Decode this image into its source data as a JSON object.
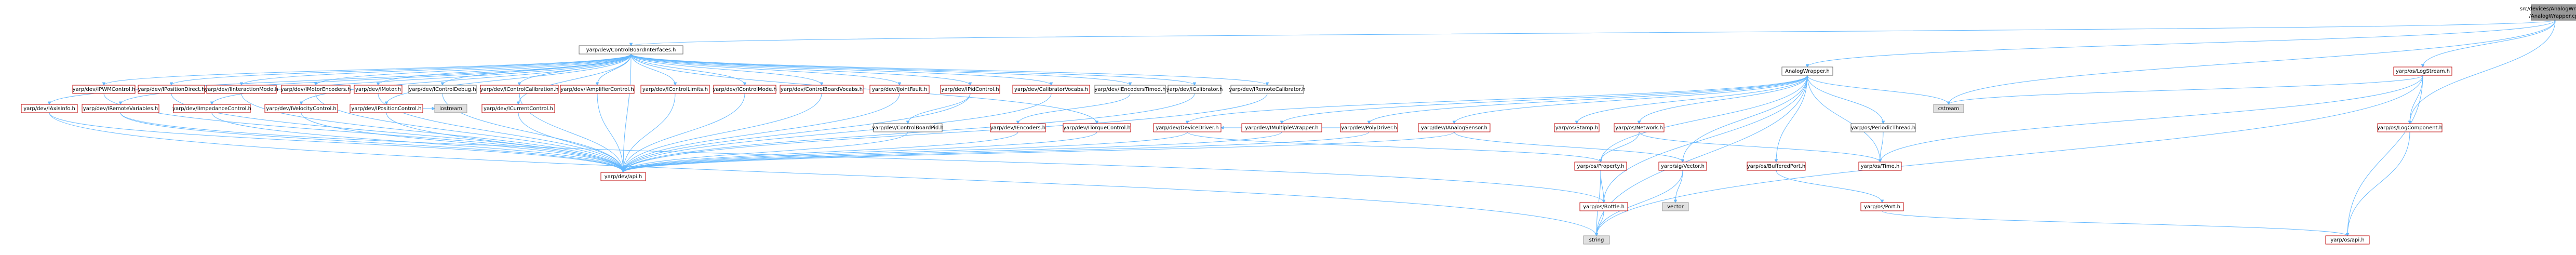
{
  "graph": {
    "colors": {
      "edge": "#63b8ff",
      "node_border_red": "#bf0303",
      "node_border_gray": "#999999",
      "node_fill_root": "#999999",
      "node_fill_external": "#e0e0e0"
    },
    "nodes": [
      {
        "id": "root",
        "label": [
          "src/devices/AnalogWrapper",
          "/AnalogWrapper.cpp"
        ],
        "style": "root"
      },
      {
        "id": "cbi",
        "label": [
          "yarp/dev/ControlBoardInterfaces.h"
        ],
        "style": "black"
      },
      {
        "id": "aw",
        "label": [
          "AnalogWrapper.h"
        ],
        "style": "black"
      },
      {
        "id": "logstream",
        "label": [
          "yarp/os/LogStream.h"
        ],
        "style": "red"
      },
      {
        "id": "axisinfo",
        "label": [
          "yarp/dev/IAxisInfo.h"
        ],
        "style": "red"
      },
      {
        "id": "ipwm",
        "label": [
          "yarp/dev/IPWMControl.h"
        ],
        "style": "red"
      },
      {
        "id": "iposdirect",
        "label": [
          "yarp/dev/IPositionDirect.h"
        ],
        "style": "red"
      },
      {
        "id": "iinteraction",
        "label": [
          "yarp/dev/IInteractionMode.h"
        ],
        "style": "red"
      },
      {
        "id": "imotorenc",
        "label": [
          "yarp/dev/IMotorEncoders.h"
        ],
        "style": "red"
      },
      {
        "id": "imotor",
        "label": [
          "yarp/dev/IMotor.h"
        ],
        "style": "red"
      },
      {
        "id": "icontroldebug",
        "label": [
          "yarp/dev/IControlDebug.h"
        ],
        "style": "black"
      },
      {
        "id": "icontrolcalib",
        "label": [
          "yarp/dev/IControlCalibration.h"
        ],
        "style": "red"
      },
      {
        "id": "iamplifier",
        "label": [
          "yarp/dev/IAmplifierControl.h"
        ],
        "style": "red"
      },
      {
        "id": "icontrollimits",
        "label": [
          "yarp/dev/IControlLimits.h"
        ],
        "style": "red"
      },
      {
        "id": "icontrolmode",
        "label": [
          "yarp/dev/IControlMode.h"
        ],
        "style": "red"
      },
      {
        "id": "cbvocabs",
        "label": [
          "yarp/dev/ControlBoardVocabs.h"
        ],
        "style": "red"
      },
      {
        "id": "ijointfault",
        "label": [
          "yarp/dev/IJointFault.h"
        ],
        "style": "red"
      },
      {
        "id": "ipidcontrol",
        "label": [
          "yarp/dev/IPidControl.h"
        ],
        "style": "red"
      },
      {
        "id": "calibvocabs",
        "label": [
          "yarp/dev/CalibratorVocabs.h"
        ],
        "style": "red"
      },
      {
        "id": "iencoderstimed",
        "label": [
          "yarp/dev/IEncodersTimed.h"
        ],
        "style": "black"
      },
      {
        "id": "icalibrator",
        "label": [
          "yarp/dev/ICalibrator.h"
        ],
        "style": "black"
      },
      {
        "id": "iremotecalib",
        "label": [
          "yarp/dev/IRemoteCalibrator.h"
        ],
        "style": "black"
      },
      {
        "id": "iremotevars",
        "label": [
          "yarp/dev/IRemoteVariables.h"
        ],
        "style": "red"
      },
      {
        "id": "iimpedance",
        "label": [
          "yarp/dev/IImpedanceControl.h"
        ],
        "style": "red"
      },
      {
        "id": "ivelocity",
        "label": [
          "yarp/dev/IVelocityControl.h"
        ],
        "style": "red"
      },
      {
        "id": "iposition",
        "label": [
          "yarp/dev/IPositionControl.h"
        ],
        "style": "red"
      },
      {
        "id": "iostream",
        "label": [
          "iostream"
        ],
        "style": "gray"
      },
      {
        "id": "icurrent",
        "label": [
          "yarp/dev/ICurrentControl.h"
        ],
        "style": "red"
      },
      {
        "id": "cbpid",
        "label": [
          "yarp/dev/ControlBoardPid.h"
        ],
        "style": "black"
      },
      {
        "id": "iencoders",
        "label": [
          "yarp/dev/IEncoders.h"
        ],
        "style": "red"
      },
      {
        "id": "itorque",
        "label": [
          "yarp/dev/ITorqueControl.h"
        ],
        "style": "red"
      },
      {
        "id": "devdriver",
        "label": [
          "yarp/dev/DeviceDriver.h"
        ],
        "style": "red"
      },
      {
        "id": "imultiwrap",
        "label": [
          "yarp/dev/IMultipleWrapper.h"
        ],
        "style": "red"
      },
      {
        "id": "polydriver",
        "label": [
          "yarp/dev/PolyDriver.h"
        ],
        "style": "red"
      },
      {
        "id": "ianalog",
        "label": [
          "yarp/dev/IAnalogSensor.h"
        ],
        "style": "red"
      },
      {
        "id": "stamp",
        "label": [
          "yarp/os/Stamp.h"
        ],
        "style": "red"
      },
      {
        "id": "network",
        "label": [
          "yarp/os/Network.h"
        ],
        "style": "red"
      },
      {
        "id": "periodic",
        "label": [
          "yarp/os/PeriodicThread.h"
        ],
        "style": "black"
      },
      {
        "id": "cstream",
        "label": [
          "cstream"
        ],
        "style": "gray"
      },
      {
        "id": "logcomp",
        "label": [
          "yarp/os/LogComponent.h"
        ],
        "style": "red"
      },
      {
        "id": "api",
        "label": [
          "yarp/dev/api.h"
        ],
        "style": "red"
      },
      {
        "id": "property",
        "label": [
          "yarp/os/Property.h"
        ],
        "style": "red"
      },
      {
        "id": "sigvector",
        "label": [
          "yarp/sig/Vector.h"
        ],
        "style": "red"
      },
      {
        "id": "bufport",
        "label": [
          "yarp/os/BufferedPort.h"
        ],
        "style": "red"
      },
      {
        "id": "ostime",
        "label": [
          "yarp/os/Time.h"
        ],
        "style": "red"
      },
      {
        "id": "vector",
        "label": [
          "vector"
        ],
        "style": "gray"
      },
      {
        "id": "bottle",
        "label": [
          "yarp/os/Bottle.h"
        ],
        "style": "red"
      },
      {
        "id": "osport",
        "label": [
          "yarp/os/Port.h"
        ],
        "style": "red"
      },
      {
        "id": "string",
        "label": [
          "string"
        ],
        "style": "gray"
      },
      {
        "id": "osapi",
        "label": [
          "yarp/os/api.h"
        ],
        "style": "red"
      }
    ],
    "edges": [
      [
        "root",
        "cbi"
      ],
      [
        "root",
        "aw"
      ],
      [
        "root",
        "logstream"
      ],
      [
        "root",
        "logcomp"
      ],
      [
        "root",
        "cstream"
      ],
      [
        "cbi",
        "axisinfo"
      ],
      [
        "cbi",
        "ipwm"
      ],
      [
        "cbi",
        "iposdirect"
      ],
      [
        "cbi",
        "iinteraction"
      ],
      [
        "cbi",
        "imotorenc"
      ],
      [
        "cbi",
        "imotor"
      ],
      [
        "cbi",
        "icontroldebug"
      ],
      [
        "cbi",
        "icontrolcalib"
      ],
      [
        "cbi",
        "iamplifier"
      ],
      [
        "cbi",
        "icontrollimits"
      ],
      [
        "cbi",
        "icontrolmode"
      ],
      [
        "cbi",
        "cbvocabs"
      ],
      [
        "cbi",
        "ijointfault"
      ],
      [
        "cbi",
        "ipidcontrol"
      ],
      [
        "cbi",
        "calibvocabs"
      ],
      [
        "cbi",
        "iencoderstimed"
      ],
      [
        "cbi",
        "icalibrator"
      ],
      [
        "cbi",
        "iremotecalib"
      ],
      [
        "cbi",
        "iremotevars"
      ],
      [
        "cbi",
        "iimpedance"
      ],
      [
        "cbi",
        "ivelocity"
      ],
      [
        "cbi",
        "iposition"
      ],
      [
        "cbi",
        "icurrent"
      ],
      [
        "cbi",
        "itorque"
      ],
      [
        "cbi",
        "api"
      ],
      [
        "aw",
        "polydriver"
      ],
      [
        "aw",
        "devdriver"
      ],
      [
        "aw",
        "imultiwrap"
      ],
      [
        "aw",
        "ianalog"
      ],
      [
        "aw",
        "stamp"
      ],
      [
        "aw",
        "network"
      ],
      [
        "aw",
        "periodic"
      ],
      [
        "aw",
        "property"
      ],
      [
        "aw",
        "sigvector"
      ],
      [
        "aw",
        "bufport"
      ],
      [
        "aw",
        "ostime"
      ],
      [
        "aw",
        "cstream"
      ],
      [
        "aw",
        "string"
      ],
      [
        "aw",
        "bottle"
      ],
      [
        "logstream",
        "logcomp"
      ],
      [
        "logstream",
        "ostime"
      ],
      [
        "logstream",
        "osapi"
      ],
      [
        "logstream",
        "cstream"
      ],
      [
        "logstream",
        "string"
      ],
      [
        "axisinfo",
        "api"
      ],
      [
        "axisinfo",
        "string"
      ],
      [
        "ipwm",
        "api"
      ],
      [
        "iposdirect",
        "api"
      ],
      [
        "iinteraction",
        "api"
      ],
      [
        "imotorenc",
        "api"
      ],
      [
        "imotor",
        "api"
      ],
      [
        "icontroldebug",
        "api"
      ],
      [
        "icontrolcalib",
        "api"
      ],
      [
        "iamplifier",
        "api"
      ],
      [
        "icontrollimits",
        "api"
      ],
      [
        "icontrolmode",
        "api"
      ],
      [
        "cbvocabs",
        "api"
      ],
      [
        "ijointfault",
        "api"
      ],
      [
        "ipidcontrol",
        "cbpid"
      ],
      [
        "ipidcontrol",
        "api"
      ],
      [
        "calibvocabs",
        "api"
      ],
      [
        "iencoderstimed",
        "iencoders"
      ],
      [
        "icalibrator",
        "api"
      ],
      [
        "iremotecalib",
        "api"
      ],
      [
        "iremotevars",
        "api"
      ],
      [
        "iremotevars",
        "bottle"
      ],
      [
        "iimpedance",
        "api"
      ],
      [
        "ivelocity",
        "api"
      ],
      [
        "iposition",
        "api"
      ],
      [
        "iposition",
        "iostream"
      ],
      [
        "icurrent",
        "api"
      ],
      [
        "cbpid",
        "api"
      ],
      [
        "iencoders",
        "api"
      ],
      [
        "itorque",
        "api"
      ],
      [
        "devdriver",
        "api"
      ],
      [
        "devdriver",
        "property"
      ],
      [
        "imultiwrap",
        "api"
      ],
      [
        "polydriver",
        "api"
      ],
      [
        "polydriver",
        "devdriver"
      ],
      [
        "ianalog",
        "api"
      ],
      [
        "ianalog",
        "sigvector"
      ],
      [
        "network",
        "ostime"
      ],
      [
        "network",
        "property"
      ],
      [
        "periodic",
        "ostime"
      ],
      [
        "logcomp",
        "osapi"
      ],
      [
        "property",
        "bottle"
      ],
      [
        "sigvector",
        "vector"
      ],
      [
        "sigvector",
        "string"
      ],
      [
        "bufport",
        "osport"
      ],
      [
        "osport",
        "osapi"
      ],
      [
        "bottle",
        "string"
      ],
      [
        "property",
        "string"
      ]
    ]
  }
}
